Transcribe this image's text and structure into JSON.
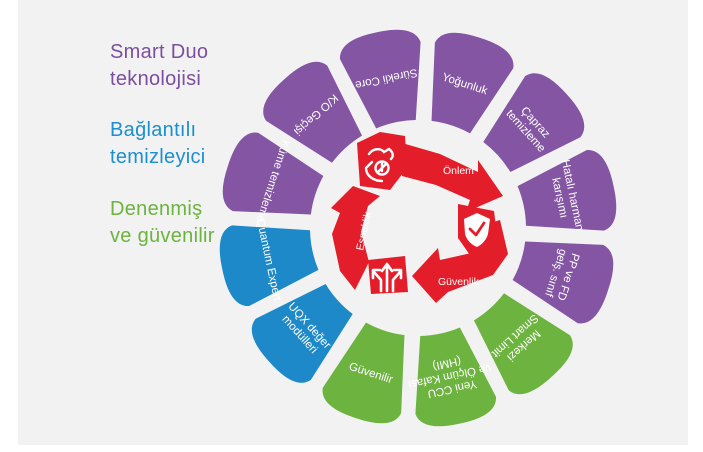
{
  "colors": {
    "purple": "#8455a3",
    "blue": "#1d89c9",
    "green": "#6db33f",
    "red": "#e31e2a",
    "panel": "#f2f2f2"
  },
  "legend": {
    "purple": [
      "Smart Duo",
      "teknolojisi"
    ],
    "blue": [
      "Bağlantılı",
      "temizleyici"
    ],
    "green": [
      "Denenmiş",
      "ve güvenilir"
    ]
  },
  "petals": [
    {
      "color": "purple",
      "lines": [
        "Sürekli Core"
      ]
    },
    {
      "color": "purple",
      "lines": [
        "Yoğunluk"
      ]
    },
    {
      "color": "purple",
      "lines": [
        "Çapraz",
        "temizleme"
      ]
    },
    {
      "color": "purple",
      "lines": [
        "Hatalı harman",
        "karışımı"
      ]
    },
    {
      "color": "purple",
      "lines": [
        "PP ve FD",
        "gelş. sınıf"
      ]
    },
    {
      "color": "green",
      "lines": [
        "Merkezi",
        "Smart Limit"
      ]
    },
    {
      "color": "green",
      "lines": [
        "Yeni CCU",
        "ve Ölçüm Kafası",
        "(HMI)"
      ]
    },
    {
      "color": "green",
      "lines": [
        "Güvenilir"
      ]
    },
    {
      "color": "blue",
      "lines": [
        "UQX değer",
        "modülleri"
      ]
    },
    {
      "color": "blue",
      "lines": [
        "Quantum Expert"
      ]
    },
    {
      "color": "purple",
      "lines": [
        "Küme temizleme"
      ]
    },
    {
      "color": "purple",
      "lines": [
        "K/O Geçişi"
      ]
    }
  ],
  "arrows": [
    {
      "label": "Önlem",
      "icon": "quality-hands-icon"
    },
    {
      "label": "Güvenlik",
      "icon": "shield-check-icon"
    },
    {
      "label": "Esneklik",
      "icon": "split-arrows-icon"
    }
  ]
}
